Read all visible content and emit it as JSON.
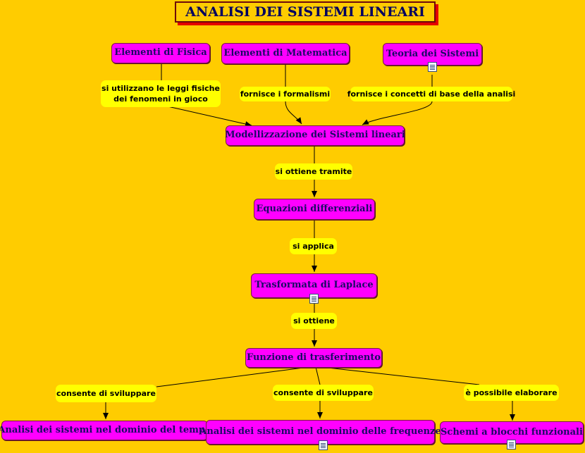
{
  "title": "ANALISI DEI SISTEMI LINEARI",
  "concepts": {
    "fisica": "Elementi di Fisica",
    "matematica": "Elementi di Matematica",
    "teoria": "Teoria dei Sistemi",
    "modellizzazione": "Modellizzazione dei Sistemi lineari",
    "equazioni": "Equazioni differenziali",
    "laplace": "Trasformata di Laplace",
    "funzione": "Funzione di trasferimento",
    "tempo": "Analisi dei sistemi nel dominio del tempo",
    "frequenze": "Analisi dei sistemi nel dominio delle frequenze",
    "schemi": "Schemi a blocchi funzionali"
  },
  "phrases": {
    "leggi_line1": "si utilizzano le leggi fisiche",
    "leggi_line2": "dei fenomeni in gioco",
    "formalismi": "fornisce i formalismi",
    "concetti": "fornisce i concetti di base della analisi",
    "tramite": "si ottiene tramite",
    "applica": "si applica",
    "ottiene": "si ottiene",
    "sviluppare_1": "consente di sviluppare",
    "sviluppare_2": "consente di sviluppare",
    "elaborare": "è possibile elaborare"
  },
  "colors": {
    "background": "#FFCC00",
    "concept_fill": "#FF00FF",
    "phrase_fill": "#FFFF00",
    "title_shadow": "#E40000"
  },
  "icons": {
    "document": "document-icon"
  }
}
